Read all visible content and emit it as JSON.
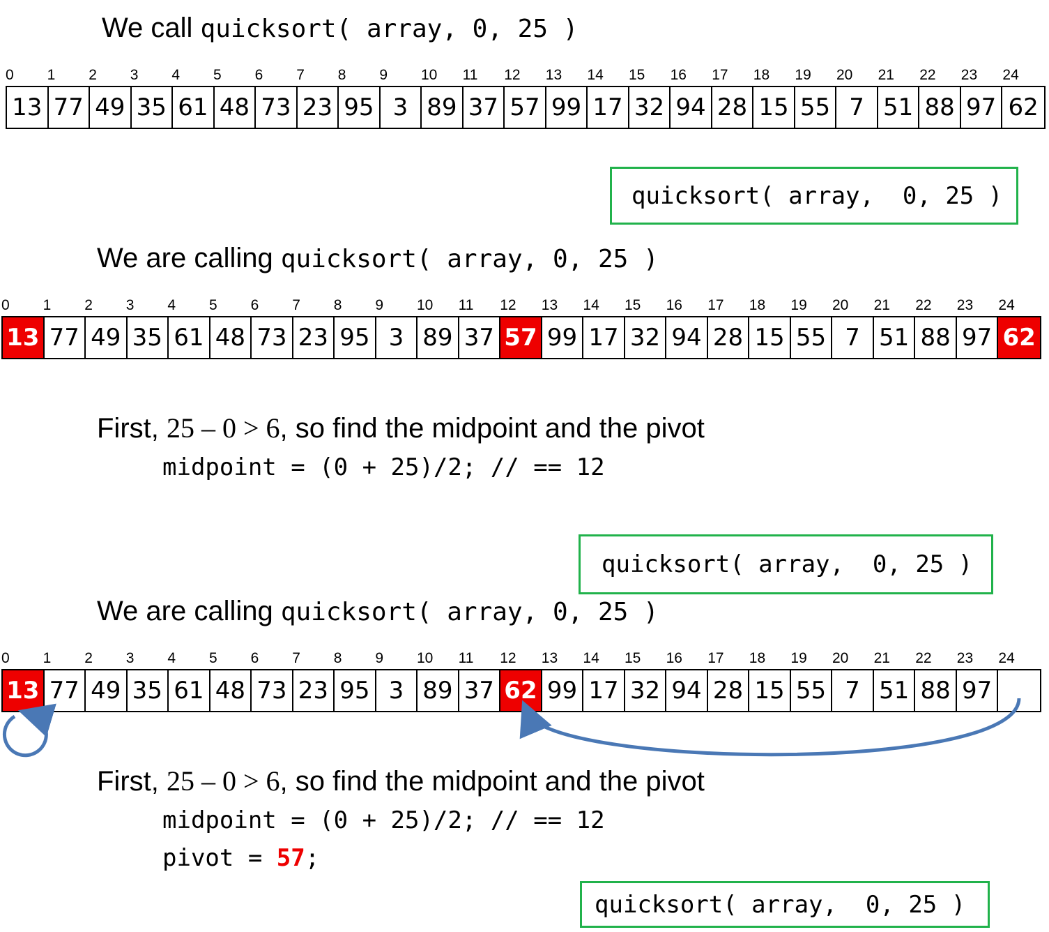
{
  "section1": {
    "prefix": "We call ",
    "call": "quicksort( array, 0, 25 )"
  },
  "array1": {
    "indices": [
      "0",
      "1",
      "2",
      "3",
      "4",
      "5",
      "6",
      "7",
      "8",
      "9",
      "10",
      "11",
      "12",
      "13",
      "14",
      "15",
      "16",
      "17",
      "18",
      "19",
      "20",
      "21",
      "22",
      "23",
      "24"
    ],
    "values": [
      "13",
      "77",
      "49",
      "35",
      "61",
      "48",
      "73",
      "23",
      "95",
      "3",
      "89",
      "37",
      "57",
      "99",
      "17",
      "32",
      "94",
      "28",
      "15",
      "55",
      "7",
      "51",
      "88",
      "97",
      "62"
    ],
    "highlighted": []
  },
  "callbox1": {
    "text": "quicksort( array,  0, 25 )"
  },
  "section2": {
    "prefix": "We are calling ",
    "call": "quicksort( array, 0, 25 )"
  },
  "array2": {
    "indices": [
      "0",
      "1",
      "2",
      "3",
      "4",
      "5",
      "6",
      "7",
      "8",
      "9",
      "10",
      "11",
      "12",
      "13",
      "14",
      "15",
      "16",
      "17",
      "18",
      "19",
      "20",
      "21",
      "22",
      "23",
      "24"
    ],
    "values": [
      "13",
      "77",
      "49",
      "35",
      "61",
      "48",
      "73",
      "23",
      "95",
      "3",
      "89",
      "37",
      "57",
      "99",
      "17",
      "32",
      "94",
      "28",
      "15",
      "55",
      "7",
      "51",
      "88",
      "97",
      "62"
    ],
    "highlighted": [
      0,
      12,
      24
    ]
  },
  "explain2": {
    "first": "First, ",
    "condition": "25 – 0 > 6",
    "rest": ", so find the midpoint and the pivot",
    "midpoint_line": "midpoint = (0 + 25)/2; // == 12"
  },
  "callbox2": {
    "text": "quicksort( array,  0, 25 )"
  },
  "section3": {
    "prefix": "We are calling ",
    "call": "quicksort( array, 0, 25 )"
  },
  "array3": {
    "indices": [
      "0",
      "1",
      "2",
      "3",
      "4",
      "5",
      "6",
      "7",
      "8",
      "9",
      "10",
      "11",
      "12",
      "13",
      "14",
      "15",
      "16",
      "17",
      "18",
      "19",
      "20",
      "21",
      "22",
      "23",
      "24"
    ],
    "values": [
      "13",
      "77",
      "49",
      "35",
      "61",
      "48",
      "73",
      "23",
      "95",
      "3",
      "89",
      "37",
      "62",
      "99",
      "17",
      "32",
      "94",
      "28",
      "15",
      "55",
      "7",
      "51",
      "88",
      "97",
      ""
    ],
    "highlighted": [
      0,
      12
    ]
  },
  "explain3": {
    "first": "First, ",
    "condition": "25 – 0 > 6",
    "rest": ", so find the midpoint and the pivot",
    "midpoint_line": "midpoint = (0 + 25)/2; // == 12",
    "pivot_prefix": "pivot = ",
    "pivot_value": "57",
    "pivot_suffix": ";"
  },
  "callbox3": {
    "text": "quicksort( array,  0, 25 )"
  },
  "colors": {
    "highlight": "#ee0000",
    "callbox_border": "#21b24b",
    "arrow": "#4a78b5"
  }
}
